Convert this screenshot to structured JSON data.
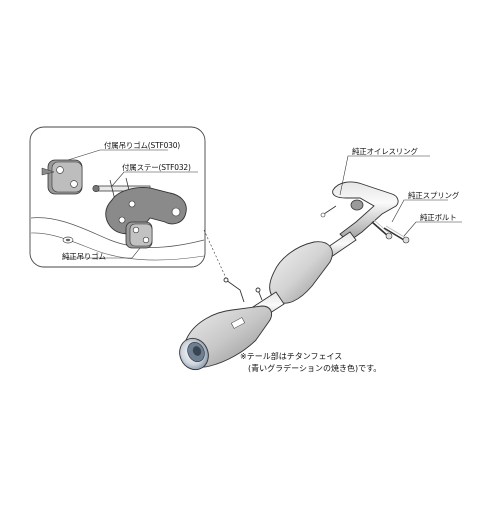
{
  "labels": {
    "hanger_rubber_included": "付属吊りゴム(STF030)",
    "stay_included": "付属ステー(STF032)",
    "hanger_rubber_oem": "純正吊りゴム",
    "oil_ring_oem": "純正オイレスリング",
    "spring_oem": "純正スプリング",
    "bolt_oem": "純正ボルト"
  },
  "note": {
    "line1": "※テール部はチタンフェイス",
    "line2": "(青いグラデーションの焼き色)です。"
  },
  "colors": {
    "line": "#333333",
    "pipe_light": "#f4f4f4",
    "pipe_mid": "#c9c9c9",
    "pipe_dark": "#8f8f8f",
    "bracket": "#8a8a8a",
    "tail_blue": "#7d92a8"
  }
}
